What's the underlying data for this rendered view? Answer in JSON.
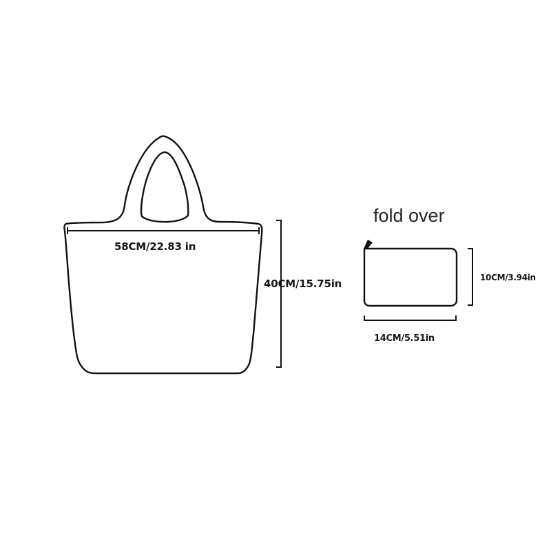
{
  "figure": {
    "tote_bag": {
      "width_label": "58CM/22.83 in",
      "height_label": "40CM/15.75in"
    },
    "pouch": {
      "title": "fold over",
      "height_label": "10CM/3.94in",
      "width_label": "14CM/5.51in"
    },
    "colors": {
      "stroke": "#111111",
      "background": "#ffffff",
      "text": "#161616"
    }
  }
}
